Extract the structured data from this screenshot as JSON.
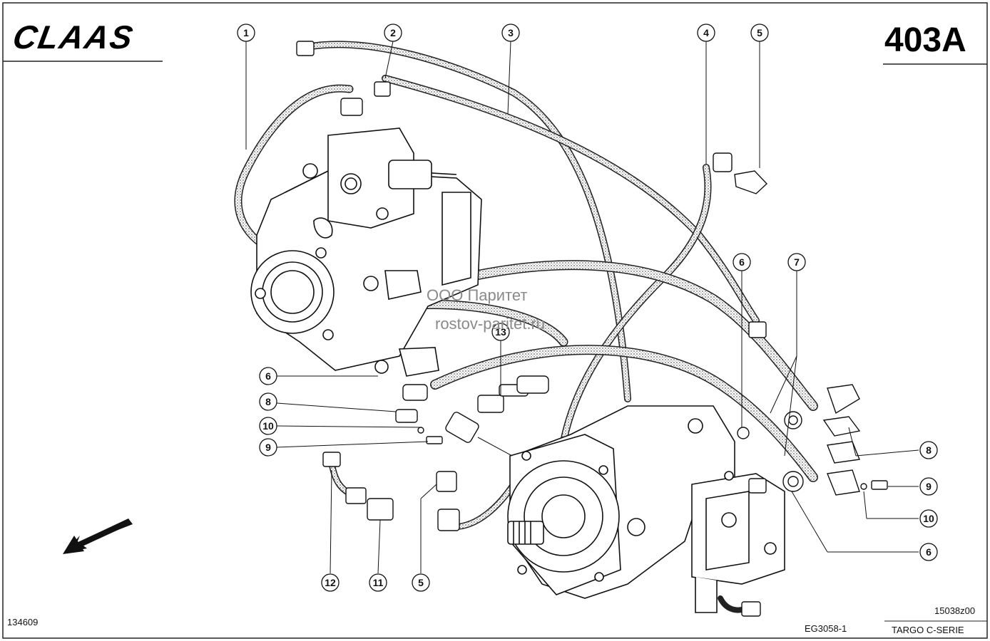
{
  "header": {
    "brand": "CLAAS",
    "page_code": "403A"
  },
  "watermark": {
    "line1": "ООО Паритет",
    "line2": "rostov-paritet.ru"
  },
  "footer": {
    "left_code": "134609",
    "drawing_code": "15038z00",
    "center_code": "EG3058-1",
    "series": "TARGO C-SERIE"
  },
  "callouts": {
    "c1": "1",
    "c2": "2",
    "c3": "3",
    "c4": "4",
    "c5_top": "5",
    "c6_right_top": "6",
    "c7": "7",
    "c13": "13",
    "c6_left": "6",
    "c8_left": "8",
    "c10_left": "10",
    "c9_left": "9",
    "c8_right": "8",
    "c9_right": "9",
    "c10_right": "10",
    "c6_right_bottom": "6",
    "c12": "12",
    "c11": "11",
    "c5_bottom": "5"
  }
}
